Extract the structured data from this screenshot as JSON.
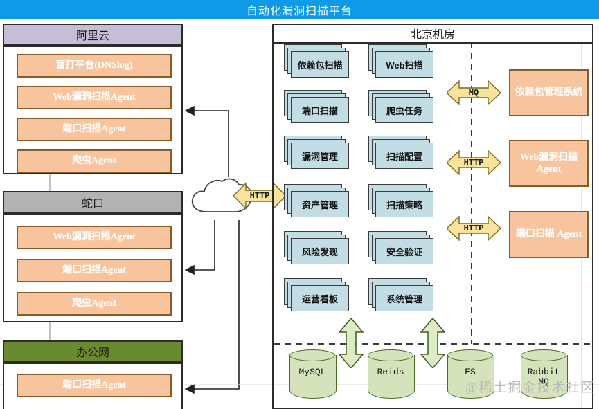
{
  "title": "自动化漏洞扫描平台",
  "zones": {
    "alicloud": {
      "name": "阿里云",
      "agents": [
        "盲打平台(DNSlog)",
        "Web漏洞扫描Agent",
        "端口扫描Agent",
        "爬虫Agent"
      ]
    },
    "shekou": {
      "name": "蛇口",
      "agents": [
        "Web漏洞扫描Agent",
        "端口扫描Agent",
        "爬虫Agent"
      ]
    },
    "office": {
      "name": "办公网",
      "agents": [
        "端口扫描Agent"
      ]
    },
    "beijing": {
      "name": "北京机房",
      "services": [
        "依赖包扫描",
        "Web扫描",
        "端口扫描",
        "爬虫任务",
        "漏洞管理",
        "扫描配置",
        "资产管理",
        "扫描策略",
        "风险发现",
        "安全验证",
        "运营看板",
        "系统管理"
      ],
      "external_systems": [
        "依赖包管理系统",
        "Web漏洞扫描 Agent",
        "端口扫描 Agent"
      ],
      "databases": [
        "MySQL",
        "Reids",
        "ES",
        "Rabbit MQ"
      ]
    }
  },
  "protocols": {
    "cloud_to_beijing": "HTTP",
    "right_side": [
      "MQ",
      "HTTP",
      "HTTP"
    ]
  },
  "watermark": "@稀土掘金技术社区",
  "colors": {
    "titlebar": "#0f9ae8",
    "ali_header": "#c6bed6",
    "shekou_header": "#b3b3b3",
    "office_header": "#6a8a30",
    "agent_box": "#f7c49d",
    "service_card": "#c3dde5",
    "database": "#d5e3bc",
    "protocol_arrow": "#f7e39b"
  }
}
